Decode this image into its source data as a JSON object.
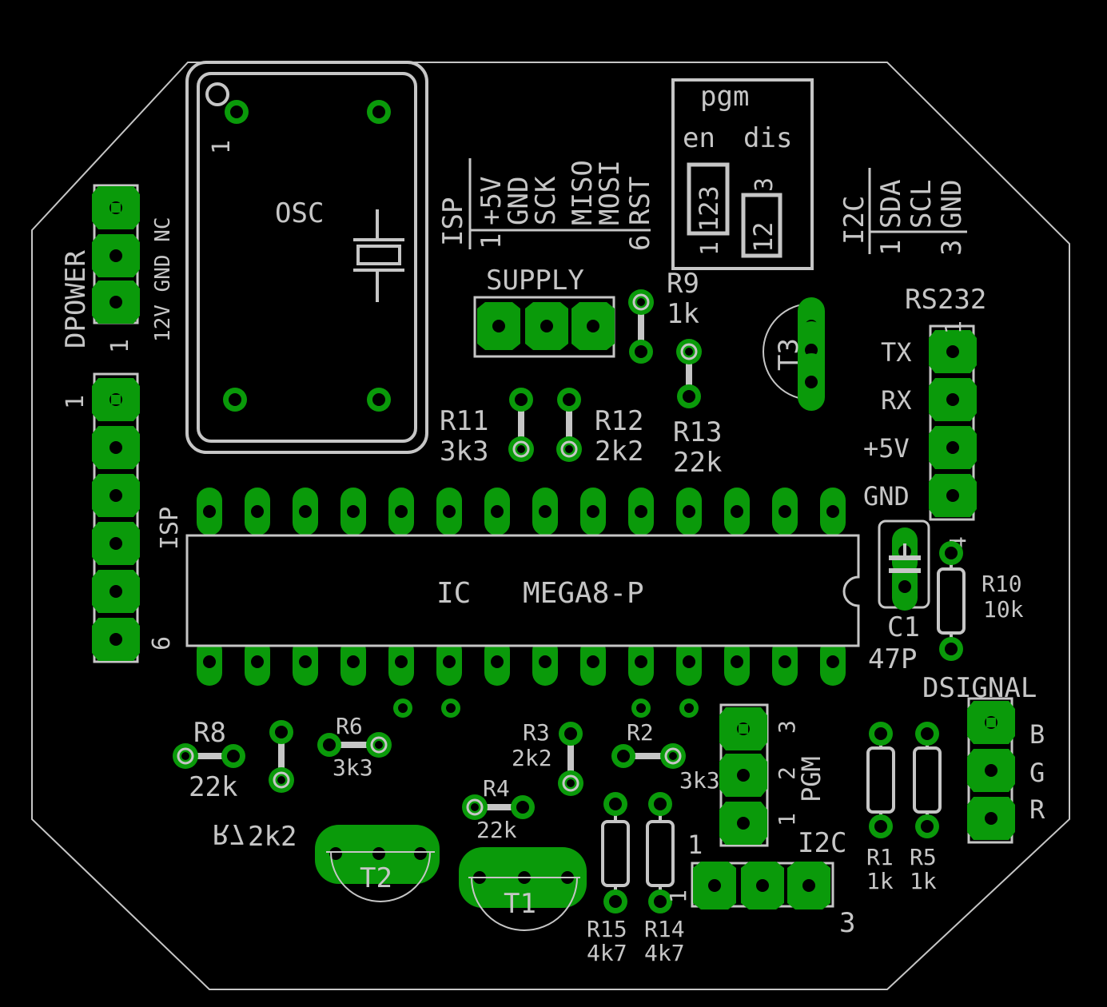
{
  "colors": {
    "background": "#000000",
    "silkscreen": "#c6c6c6",
    "copper": "#0a9a0a",
    "drill": "#000000"
  },
  "labels": {
    "osc": "OSC",
    "osc_pin1": "1",
    "isp_top": "ISP",
    "isp_top_pins": [
      "+5V",
      "GND",
      "SCK",
      "MISO",
      "MOSI",
      "RST"
    ],
    "isp_top_pin_first": "1",
    "isp_top_pin_last": "6",
    "pgm_title": "pgm",
    "pgm_en": "en",
    "pgm_dis": "dis",
    "pgm_jumper_left": "123",
    "pgm_jumper_right": "12",
    "pgm_n1": "1",
    "pgm_n3": "3",
    "i2c_top": "I2C",
    "i2c_top_pins": [
      "SDA",
      "SCL",
      "GND"
    ],
    "i2c_top_pin_first": "1",
    "i2c_top_pin_last": "3",
    "dpower": "DPOWER",
    "dpower_pins": "12V GND NC",
    "dpower_pin1": "1",
    "supply": "SUPPLY",
    "r9": "R9",
    "r9_val": "1k",
    "r11": "R11",
    "r11_val": "3k3",
    "r12": "R12",
    "r12_val": "2k2",
    "r13": "R13",
    "r13_val": "22k",
    "t3": "T3",
    "rs232": "RS232",
    "rs232_pin1": "1",
    "rs232_pins": [
      "TX",
      "RX",
      "+5V",
      "GND"
    ],
    "rs232_pin4": "4",
    "isp_left": "ISP",
    "isp_left_pin1": "1",
    "isp_left_pin6": "6",
    "ic": "IC",
    "ic_part": "MEGA8-P",
    "r10": "R10",
    "r10_val": "10k",
    "c1": "C1",
    "c1_val": "47P",
    "dsignal": "DSIGNAL",
    "dsignal_pins": [
      "B",
      "G",
      "R"
    ],
    "r8": "R8",
    "r8_val": "22k",
    "r6": "R6",
    "r6_val": "3k3",
    "r7": "R7",
    "r7_val": "2k2",
    "r3": "R3",
    "r3_val": "2k2",
    "r2": "R2",
    "r2_val": "3k3",
    "r4": "R4",
    "r4_val": "22k",
    "pgm_header": "PGM",
    "pgm_header_pins": [
      "3",
      "2",
      "1"
    ],
    "i2c_bottom": "I2C",
    "i2c_bottom_pin1": "1",
    "i2c_bottom_pin3": "3",
    "t2": "T2",
    "t1": "T1",
    "r15": "R15",
    "r15_val": "4k7",
    "r14": "R14",
    "r14_val": "4k7",
    "r1": "R1",
    "r1_val": "1k",
    "r5": "R5",
    "r5_val": "1k",
    "r14_pin": "1"
  }
}
